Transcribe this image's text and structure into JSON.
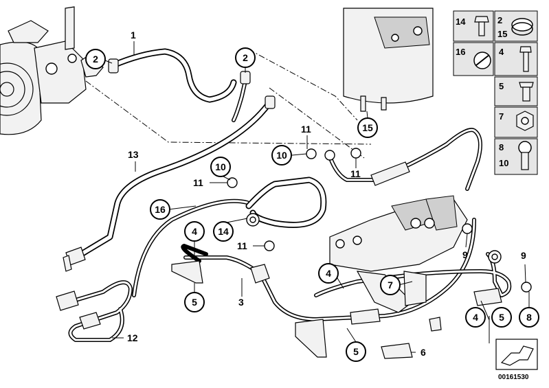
{
  "callouts": [
    {
      "id": "c2a",
      "text": "2"
    },
    {
      "id": "c2b",
      "text": "2"
    },
    {
      "id": "c15",
      "text": "15"
    },
    {
      "id": "c10a",
      "text": "10"
    },
    {
      "id": "c10b",
      "text": "10"
    },
    {
      "id": "c16",
      "text": "16"
    },
    {
      "id": "c4a",
      "text": "4"
    },
    {
      "id": "c14",
      "text": "14"
    },
    {
      "id": "c5a",
      "text": "5"
    },
    {
      "id": "c4b",
      "text": "4"
    },
    {
      "id": "c7",
      "text": "7"
    },
    {
      "id": "c4c",
      "text": "4"
    },
    {
      "id": "c5b",
      "text": "5"
    },
    {
      "id": "c5c",
      "text": "5"
    },
    {
      "id": "c8",
      "text": "8"
    }
  ],
  "plain_labels": [
    {
      "id": "l1",
      "text": "1"
    },
    {
      "id": "l11a",
      "text": "11"
    },
    {
      "id": "l11b",
      "text": "11"
    },
    {
      "id": "l13",
      "text": "13"
    },
    {
      "id": "l11c",
      "text": "11"
    },
    {
      "id": "l11d",
      "text": "11"
    },
    {
      "id": "l9a",
      "text": "9"
    },
    {
      "id": "l9b",
      "text": "9"
    },
    {
      "id": "l3",
      "text": "3"
    },
    {
      "id": "l12",
      "text": "12"
    },
    {
      "id": "l6",
      "text": "6"
    }
  ],
  "legend": [
    {
      "id": "lg14",
      "text": "14"
    },
    {
      "id": "lg2",
      "text": "2"
    },
    {
      "id": "lg15",
      "text": "15"
    },
    {
      "id": "lg16",
      "text": "16"
    },
    {
      "id": "lg4",
      "text": "4"
    },
    {
      "id": "lg5",
      "text": "5"
    },
    {
      "id": "lg7",
      "text": "7"
    },
    {
      "id": "lg8",
      "text": "8"
    },
    {
      "id": "lg10",
      "text": "10"
    }
  ],
  "document_number": "00161530"
}
